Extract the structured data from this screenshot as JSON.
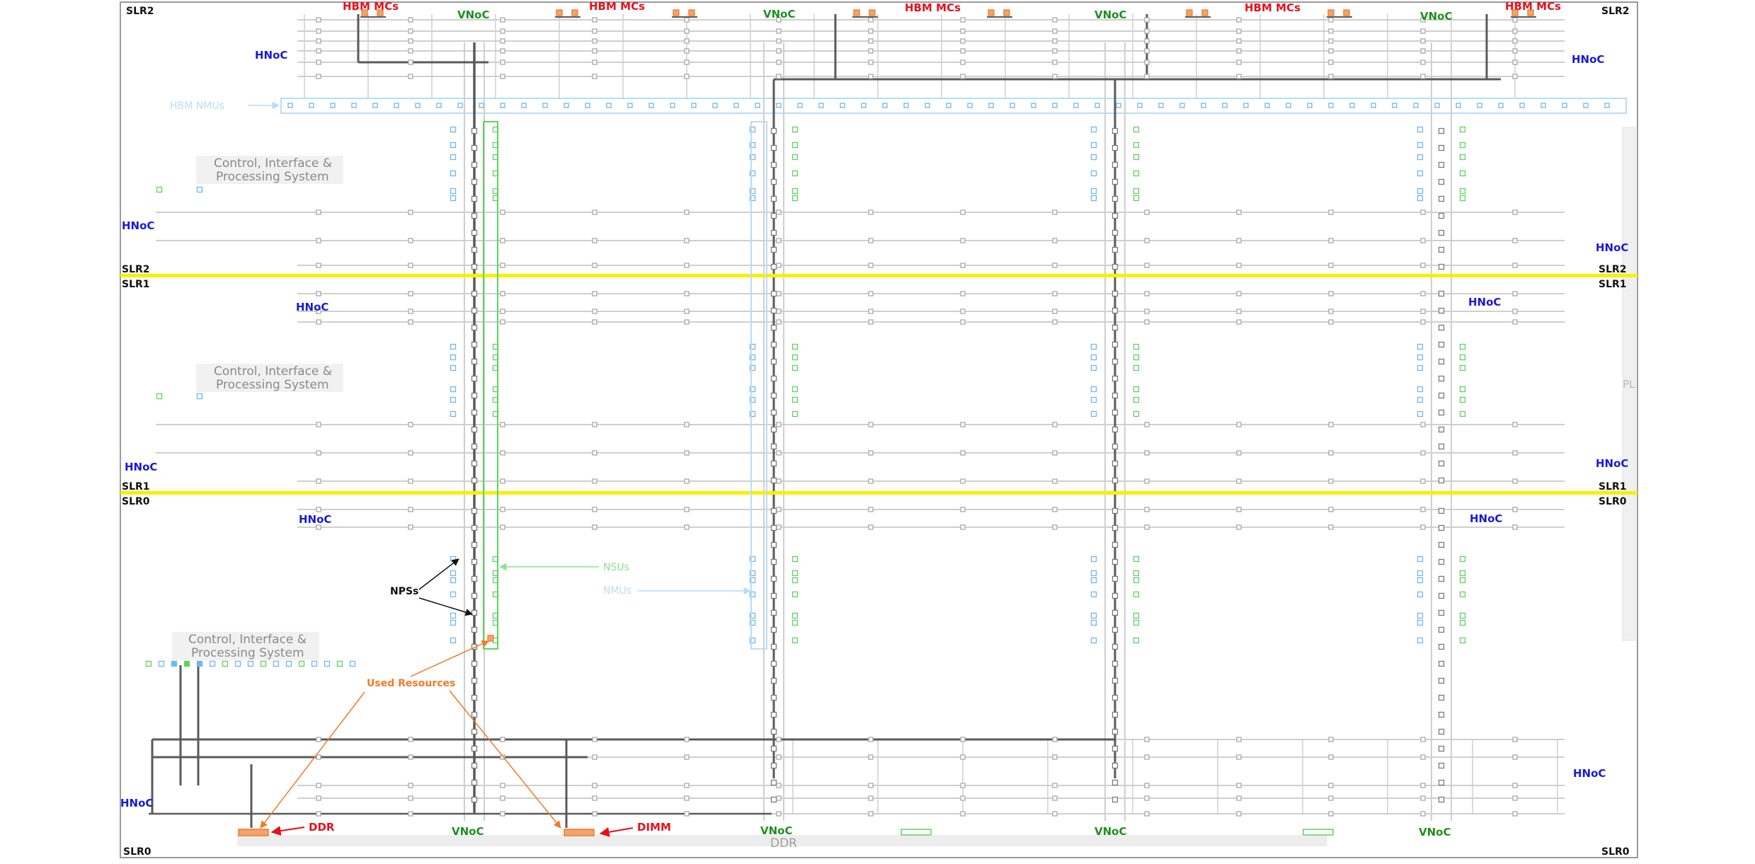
{
  "slr_labels": {
    "slr2": "SLR2",
    "slr1": "SLR1",
    "slr0": "SLR0"
  },
  "hbm_mcs": [
    "HBM MCs",
    "HBM MCs",
    "HBM MCs",
    "HBM MCs",
    "HBM MCs"
  ],
  "vnoc_top": [
    "VNoC",
    "VNoC",
    "VNoC",
    "VNoC"
  ],
  "vnoc_bottom": [
    "VNoC",
    "VNoC",
    "VNoC",
    "VNoC"
  ],
  "hnoc_labels": [
    "HNoC",
    "HNoC",
    "HNoC",
    "HNoC",
    "HNoC",
    "HNoC",
    "HNoC",
    "HNoC",
    "HNoC",
    "HNoC",
    "HNoC"
  ],
  "hbm_nmus_label": "HBM NMUs",
  "cips_line1": "Control, Interface &",
  "cips_line2": "Processing System",
  "callouts": {
    "nsus": "NSUs",
    "nmus": "NMUs",
    "npss": "NPSs",
    "used_resources": "Used Resources"
  },
  "memory": {
    "ddr": "DDR",
    "dimm": "DIMM",
    "ddr_bar": "DDR"
  },
  "pl_label": "PL",
  "colors": {
    "slr_divider": "#f5f200",
    "route_active": "#5a5a5a",
    "route_idle": "#cfcfcf",
    "nmu": "#6fb7ef",
    "nsu": "#5fd35f",
    "used": "#f07a2a",
    "frame": "#b0b0b0"
  }
}
